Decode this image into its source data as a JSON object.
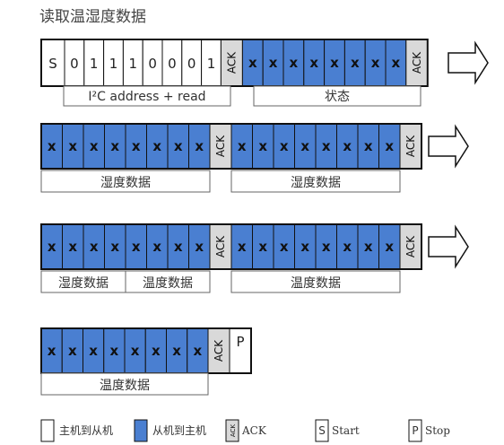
{
  "title": "读取温湿度数据",
  "colors": {
    "slave": "#4a7fd1",
    "ack": "#d9d9d9",
    "master": "#ffffff",
    "stroke": "#111111"
  },
  "rows": [
    {
      "start": "S",
      "address_bits": [
        "0",
        "1",
        "1",
        "1",
        "0",
        "0",
        "0",
        "1"
      ],
      "ack": "ACK",
      "data_bytes": [
        {
          "bits": [
            "x",
            "x",
            "x",
            "x",
            "x",
            "x",
            "x",
            "x"
          ],
          "ack": "ACK"
        }
      ],
      "labels": [
        "I²C address + read",
        "状态"
      ]
    },
    {
      "data_bytes": [
        {
          "bits": [
            "x",
            "x",
            "x",
            "x",
            "x",
            "x",
            "x",
            "x"
          ],
          "ack": "ACK"
        },
        {
          "bits": [
            "x",
            "x",
            "x",
            "x",
            "x",
            "x",
            "x",
            "x"
          ],
          "ack": "ACK"
        }
      ],
      "labels": [
        "湿度数据",
        "湿度数据"
      ]
    },
    {
      "data_bytes": [
        {
          "bits": [
            "x",
            "x",
            "x",
            "x",
            "x",
            "x",
            "x",
            "x"
          ],
          "ack": "ACK"
        },
        {
          "bits": [
            "x",
            "x",
            "x",
            "x",
            "x",
            "x",
            "x",
            "x"
          ],
          "ack": "ACK"
        }
      ],
      "labels": [
        "湿度数据",
        "温度数据",
        "温度数据"
      ]
    },
    {
      "data_bytes": [
        {
          "bits": [
            "x",
            "x",
            "x",
            "x",
            "x",
            "x",
            "x",
            "x"
          ],
          "ack": "ACK"
        }
      ],
      "stop": "P",
      "labels": [
        "温度数据"
      ]
    }
  ],
  "legend": {
    "master_to_slave": "主机到从机",
    "slave_to_master": "从机到主机",
    "ack_box": "ACK",
    "ack_text": "ACK",
    "start_box": "S",
    "start_text": "Start",
    "stop_box": "P",
    "stop_text": "Stop"
  }
}
